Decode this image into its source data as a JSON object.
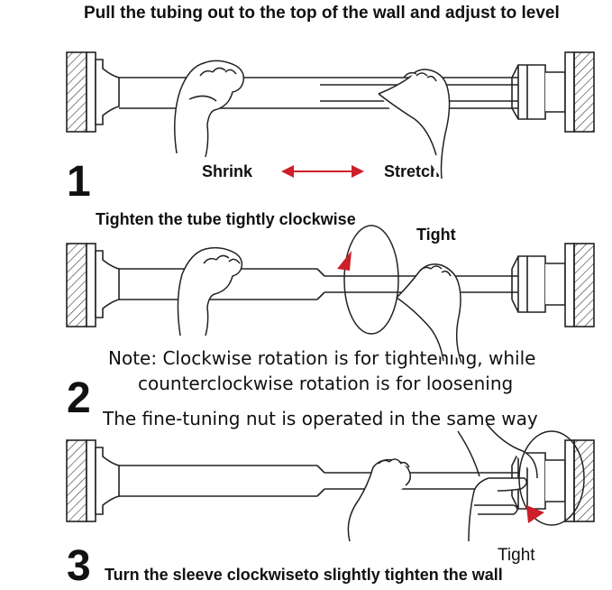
{
  "header": {
    "title": "Pull the tubing out to the top of the wall and adjust to level"
  },
  "step1": {
    "number": "1",
    "shrink_label": "Shrink",
    "stretch_label": "Stretch"
  },
  "step2": {
    "number": "2",
    "instruction": "Tighten the tube tightly clockwise",
    "tight_label": "Tight",
    "note_line1": "Note: Clockwise rotation is for tightening, while",
    "note_line2": "counterclockwise rotation is for loosening",
    "note_line3": "The fine-tuning nut is operated in the same way"
  },
  "step3": {
    "number": "3",
    "tight_label": "Tight",
    "instruction": "Turn the sleeve clockwiseto slightly tighten the wall"
  },
  "colors": {
    "arrow": "#cc1f2a",
    "line": "#222222"
  },
  "icons": [
    "hand-grip-icon",
    "hand-stretch-icon",
    "rotation-arrow-icon",
    "double-arrow-icon"
  ]
}
